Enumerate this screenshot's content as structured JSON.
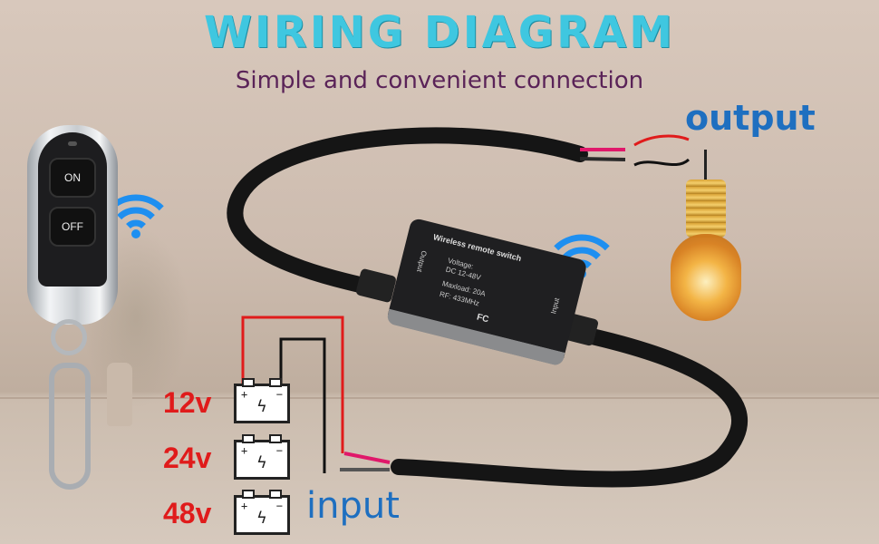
{
  "header": {
    "title": "WIRING DIAGRAM",
    "subtitle": "Simple and convenient connection"
  },
  "labels": {
    "output": "output",
    "input": "input"
  },
  "voltages": [
    "12v",
    "24v",
    "48v"
  ],
  "remote": {
    "on_label": "ON",
    "off_label": "OFF"
  },
  "switch_box": {
    "title": "Wireless remote switch",
    "specs": [
      "Voltage:",
      "DC 12-48V",
      "Maxload: 20A",
      "RF: 433MHz"
    ],
    "side_output": "Output",
    "side_input": "Input",
    "certification": "FC"
  },
  "colors": {
    "title": "#3fc7e0",
    "subtitle": "#5a2358",
    "label_blue": "#1e6fc0",
    "voltage_red": "#e01b1b",
    "wire_red": "#e01b1b",
    "wire_black": "#111111",
    "signal_blue": "#1e8ff0"
  },
  "icons": [
    "wifi-signal-icon",
    "battery-icon",
    "lightbulb-icon",
    "remote-icon"
  ]
}
